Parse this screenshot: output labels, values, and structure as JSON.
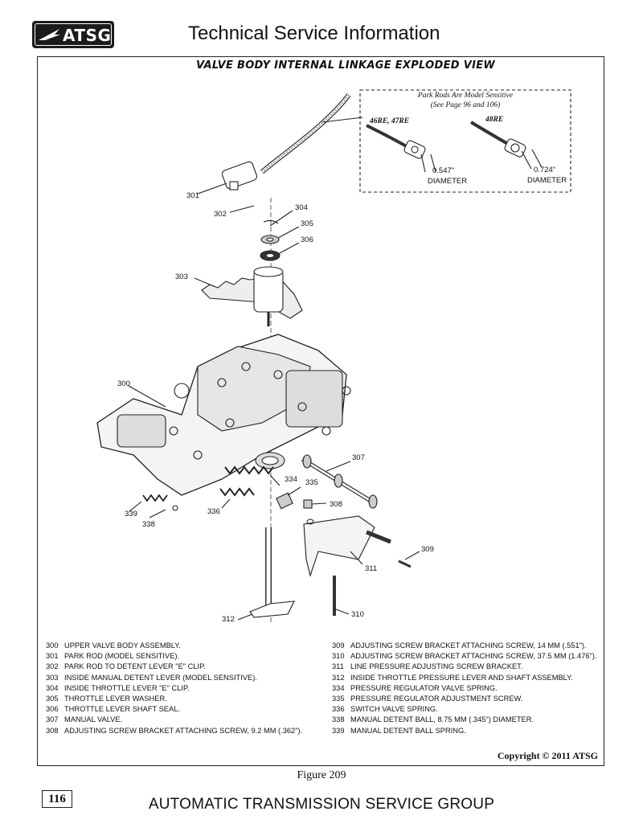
{
  "header": {
    "logo_text": "ATSG",
    "title": "Technical Service Information"
  },
  "figure": {
    "title": "VALVE BODY INTERNAL LINKAGE EXPLODED VIEW",
    "inset": {
      "note_line1": "Park Rods Are Model Sensitive",
      "note_line2": "(See Page 96 and 106)",
      "left_model": "46RE, 47RE",
      "left_diameter": "0.547\"",
      "left_diameter_label": "DIAMETER",
      "right_model": "48RE",
      "right_diameter": "0.724\"",
      "right_diameter_label": "DIAMETER"
    },
    "callouts": [
      "300",
      "301",
      "302",
      "303",
      "304",
      "305",
      "306",
      "307",
      "308",
      "309",
      "310",
      "311",
      "312",
      "334",
      "335",
      "336",
      "338",
      "339"
    ],
    "copyright": "Copyright © 2011 ATSG",
    "caption": "Figure 209"
  },
  "legend_left": [
    {
      "num": "300",
      "text": "UPPER VALVE BODY ASSEMBLY."
    },
    {
      "num": "301",
      "text": "PARK ROD  (MODEL SENSITIVE)."
    },
    {
      "num": "302",
      "text": "PARK ROD TO DETENT LEVER \"E\" CLIP."
    },
    {
      "num": "303",
      "text": "INSIDE MANUAL DETENT LEVER  (MODEL SENSITIVE)."
    },
    {
      "num": "304",
      "text": "INSIDE THROTTLE LEVER \"E\" CLIP."
    },
    {
      "num": "305",
      "text": "THROTTLE LEVER WASHER."
    },
    {
      "num": "306",
      "text": "THROTTLE LEVER SHAFT SEAL."
    },
    {
      "num": "307",
      "text": "MANUAL VALVE."
    },
    {
      "num": "308",
      "text": "ADJUSTING SCREW BRACKET ATTACHING SCREW, 9.2 MM (.362\")."
    }
  ],
  "legend_right": [
    {
      "num": "309",
      "text": "ADJUSTING SCREW BRACKET ATTACHING SCREW, 14 MM (.551\")."
    },
    {
      "num": "310",
      "text": "ADJUSTING SCREW BRACKET ATTACHING SCREW, 37.5 MM (1.476\")."
    },
    {
      "num": "311",
      "text": "LINE PRESSURE ADJUSTING SCREW BRACKET."
    },
    {
      "num": "312",
      "text": "INSIDE THROTTLE PRESSURE LEVER AND SHAFT ASSEMBLY."
    },
    {
      "num": "334",
      "text": "PRESSURE REGULATOR VALVE SPRING."
    },
    {
      "num": "335",
      "text": "PRESSURE REGULATOR ADJUSTMENT SCREW."
    },
    {
      "num": "336",
      "text": "SWITCH VALVE SPRING."
    },
    {
      "num": "338",
      "text": "MANUAL DETENT BALL, 8.75 MM (.345\") DIAMETER."
    },
    {
      "num": "339",
      "text": "MANUAL DETENT BALL SPRING."
    }
  ],
  "page_number": "116",
  "footer": "AUTOMATIC TRANSMISSION SERVICE GROUP"
}
